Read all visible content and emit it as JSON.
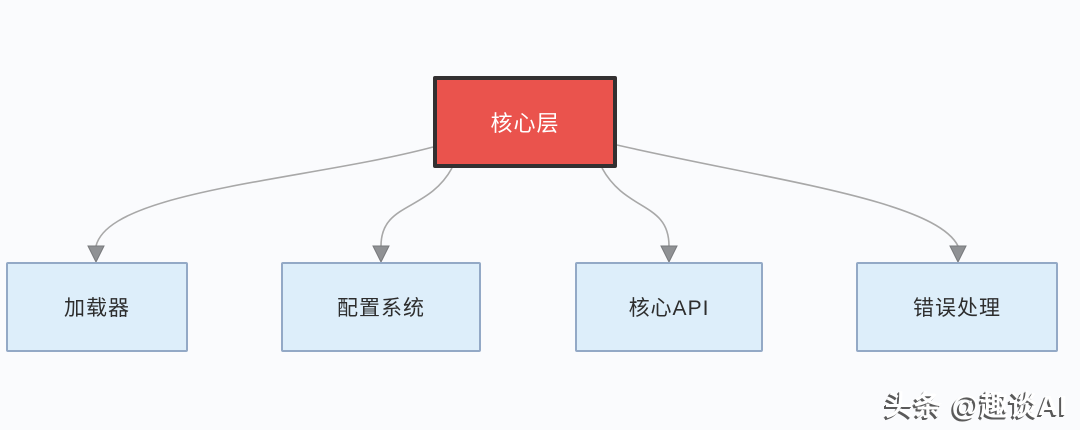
{
  "diagram": {
    "root": {
      "id": "core-layer",
      "label": "核心层"
    },
    "children": [
      {
        "id": "loader",
        "label": "加载器"
      },
      {
        "id": "config-system",
        "label": "配置系统"
      },
      {
        "id": "core-api",
        "label": "核心API"
      },
      {
        "id": "error-handler",
        "label": "错误处理"
      }
    ],
    "connections": [
      {
        "from": "core-layer",
        "to": "loader"
      },
      {
        "from": "core-layer",
        "to": "config-system"
      },
      {
        "from": "core-layer",
        "to": "core-api"
      },
      {
        "from": "core-layer",
        "to": "error-handler"
      }
    ],
    "colors": {
      "background": "#fafbfd",
      "root_fill": "#ea534d",
      "root_border": "#333031",
      "root_text": "#ffffff",
      "child_fill": "#ddeefa",
      "child_border": "#93a9c6",
      "child_text": "#2d2d2d",
      "connector": "#a8a8a8",
      "arrowhead_fill": "#8f9194",
      "arrowhead_stroke": "#77797c",
      "watermark_text": "#ffffff",
      "watermark_shadow": "#5a5a5a"
    }
  },
  "watermark": {
    "text": "头条 @趣谈AI"
  }
}
